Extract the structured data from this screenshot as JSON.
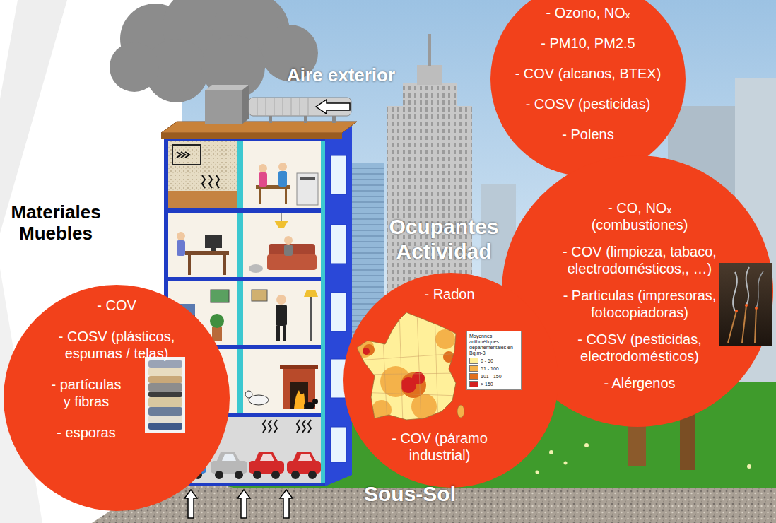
{
  "diagram": {
    "nodes": [
      {
        "text": [
          "Aire exterior",
          "- Ozono, NOₓ",
          "- PM10, PM2.5",
          "- COV (alcanos, BTEX)",
          "- COSV (pesticidas)",
          "- Polens"
        ]
      },
      {
        "text": [
          "Materiales Muebles",
          "- COV",
          "- COSV (plásticos, espumas / telas)",
          "- partículas y fibras",
          "- esporas"
        ]
      },
      {
        "text": [
          "Ocupantes Actividad",
          "- CO, NOₓ (combustiones)",
          "- COV (limpieza, tabaco, electrodomésticos,, …)",
          "- Particulas (impresoras, fotocopiadoras)",
          "- COSV (pesticidas, electrodomésticos)",
          "- Alérgenos"
        ]
      },
      {
        "text": [
          "Sous-Sol",
          "- Radon",
          "- COV (páramo industrial)"
        ]
      }
    ],
    "labels": [
      "Moyennes arithmétiques départementales en Bq.m-3"
    ],
    "legend": [
      {
        "text": "0 - 50",
        "color": "#fff09a"
      },
      {
        "text": "51 - 100",
        "color": "#f4b24a"
      },
      {
        "text": "101 - 150",
        "color": "#e0701e"
      },
      {
        "text": "> 150",
        "color": "#d42020"
      }
    ]
  }
}
